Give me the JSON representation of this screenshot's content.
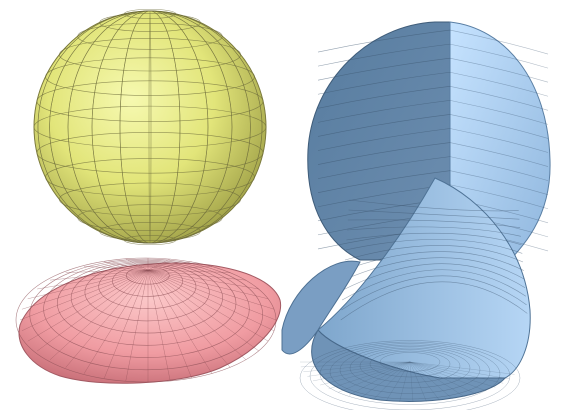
{
  "scene": {
    "background": "#ffffff",
    "objects": [
      {
        "name": "yellow-sphere",
        "kind": "full sphere",
        "color": "#e8ec7e",
        "shade": "#b5b64e",
        "line_color": "#6f6e3c",
        "latitude_lines": 14,
        "longitude_lines": 24
      },
      {
        "name": "red-hemisphere",
        "kind": "flattened dome / hemisphere",
        "color": "#f0a2a6",
        "shade": "#c87178",
        "line_color": "#8c4e55",
        "rings": 9,
        "spokes": 36
      },
      {
        "name": "blue-sliced-sphere",
        "kind": "sphere with a wedge cut out",
        "color": "#a9cbee",
        "shade": "#5b7fa3",
        "line_color": "#3d5670",
        "slice_lines": 16
      }
    ]
  }
}
